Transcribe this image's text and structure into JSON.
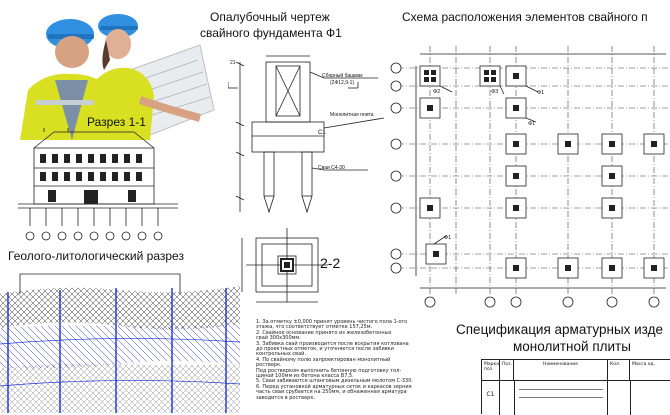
{
  "formwork": {
    "title_line1": "Опалубочный чертеж",
    "title_line2": "свайного фундамента Ф1",
    "label_block": "Сборный башмак",
    "label_block_code": "(2Ф12,9-1)",
    "label_slab": "Монолитная плита",
    "label_c1": "С1",
    "label_pile": "Сваи С4-30",
    "section_mark": "2-2",
    "mark_21": "21",
    "notes": [
      "1. За отметку ±0,000 принят уровень чистого пола 1-ого",
      "этажа, что соответствует отметке 157,25м.",
      "2. Свайное основание принято из железобетонных",
      "свай 300х300мм.",
      "3. Забивка свай производится после вскрытия котлована",
      "до проектных отметок, и уточняется после забивки",
      "контрольных свай.",
      "4. По свайному полю запроектирован монолитный ростверк.",
      "Под ростверком выполнить бетонную подготовку тол-",
      "щиной 100мм из бетона класса В7,5.",
      "5. Сваи забиваются штанговым дизельным молотом С-330.",
      "6. Перед установкой арматурных сеток и каркасов зерния",
      "часть сваи срубается на 250мм, и обнаженная арматура",
      "заводится в ростверк."
    ]
  },
  "layout_scheme": {
    "title": "Схема расположения элементов свайного п",
    "labels": [
      "Ф2",
      "Ф3",
      "Ф1",
      "Ф1",
      "Ф1"
    ]
  },
  "section": {
    "title": "Разрез 1-1"
  },
  "geo": {
    "title": "Геолого-литологический разрез"
  },
  "spec": {
    "title_line1": "Спецификация арматурных изде",
    "title_line2": "монолитной плиты",
    "headers": [
      "Марка поз.",
      "Поз.",
      "Наименование",
      "Кол.",
      "Масса ед."
    ],
    "row_mark": "С1"
  },
  "colors": {
    "paper": "#ffffff",
    "ink": "#222222",
    "geo_blue": "#1a2fd6",
    "hatch": "#3a3a3a",
    "vest": "#d8e021",
    "helmet": "#2f8fe0",
    "skin": "#d7a282"
  }
}
